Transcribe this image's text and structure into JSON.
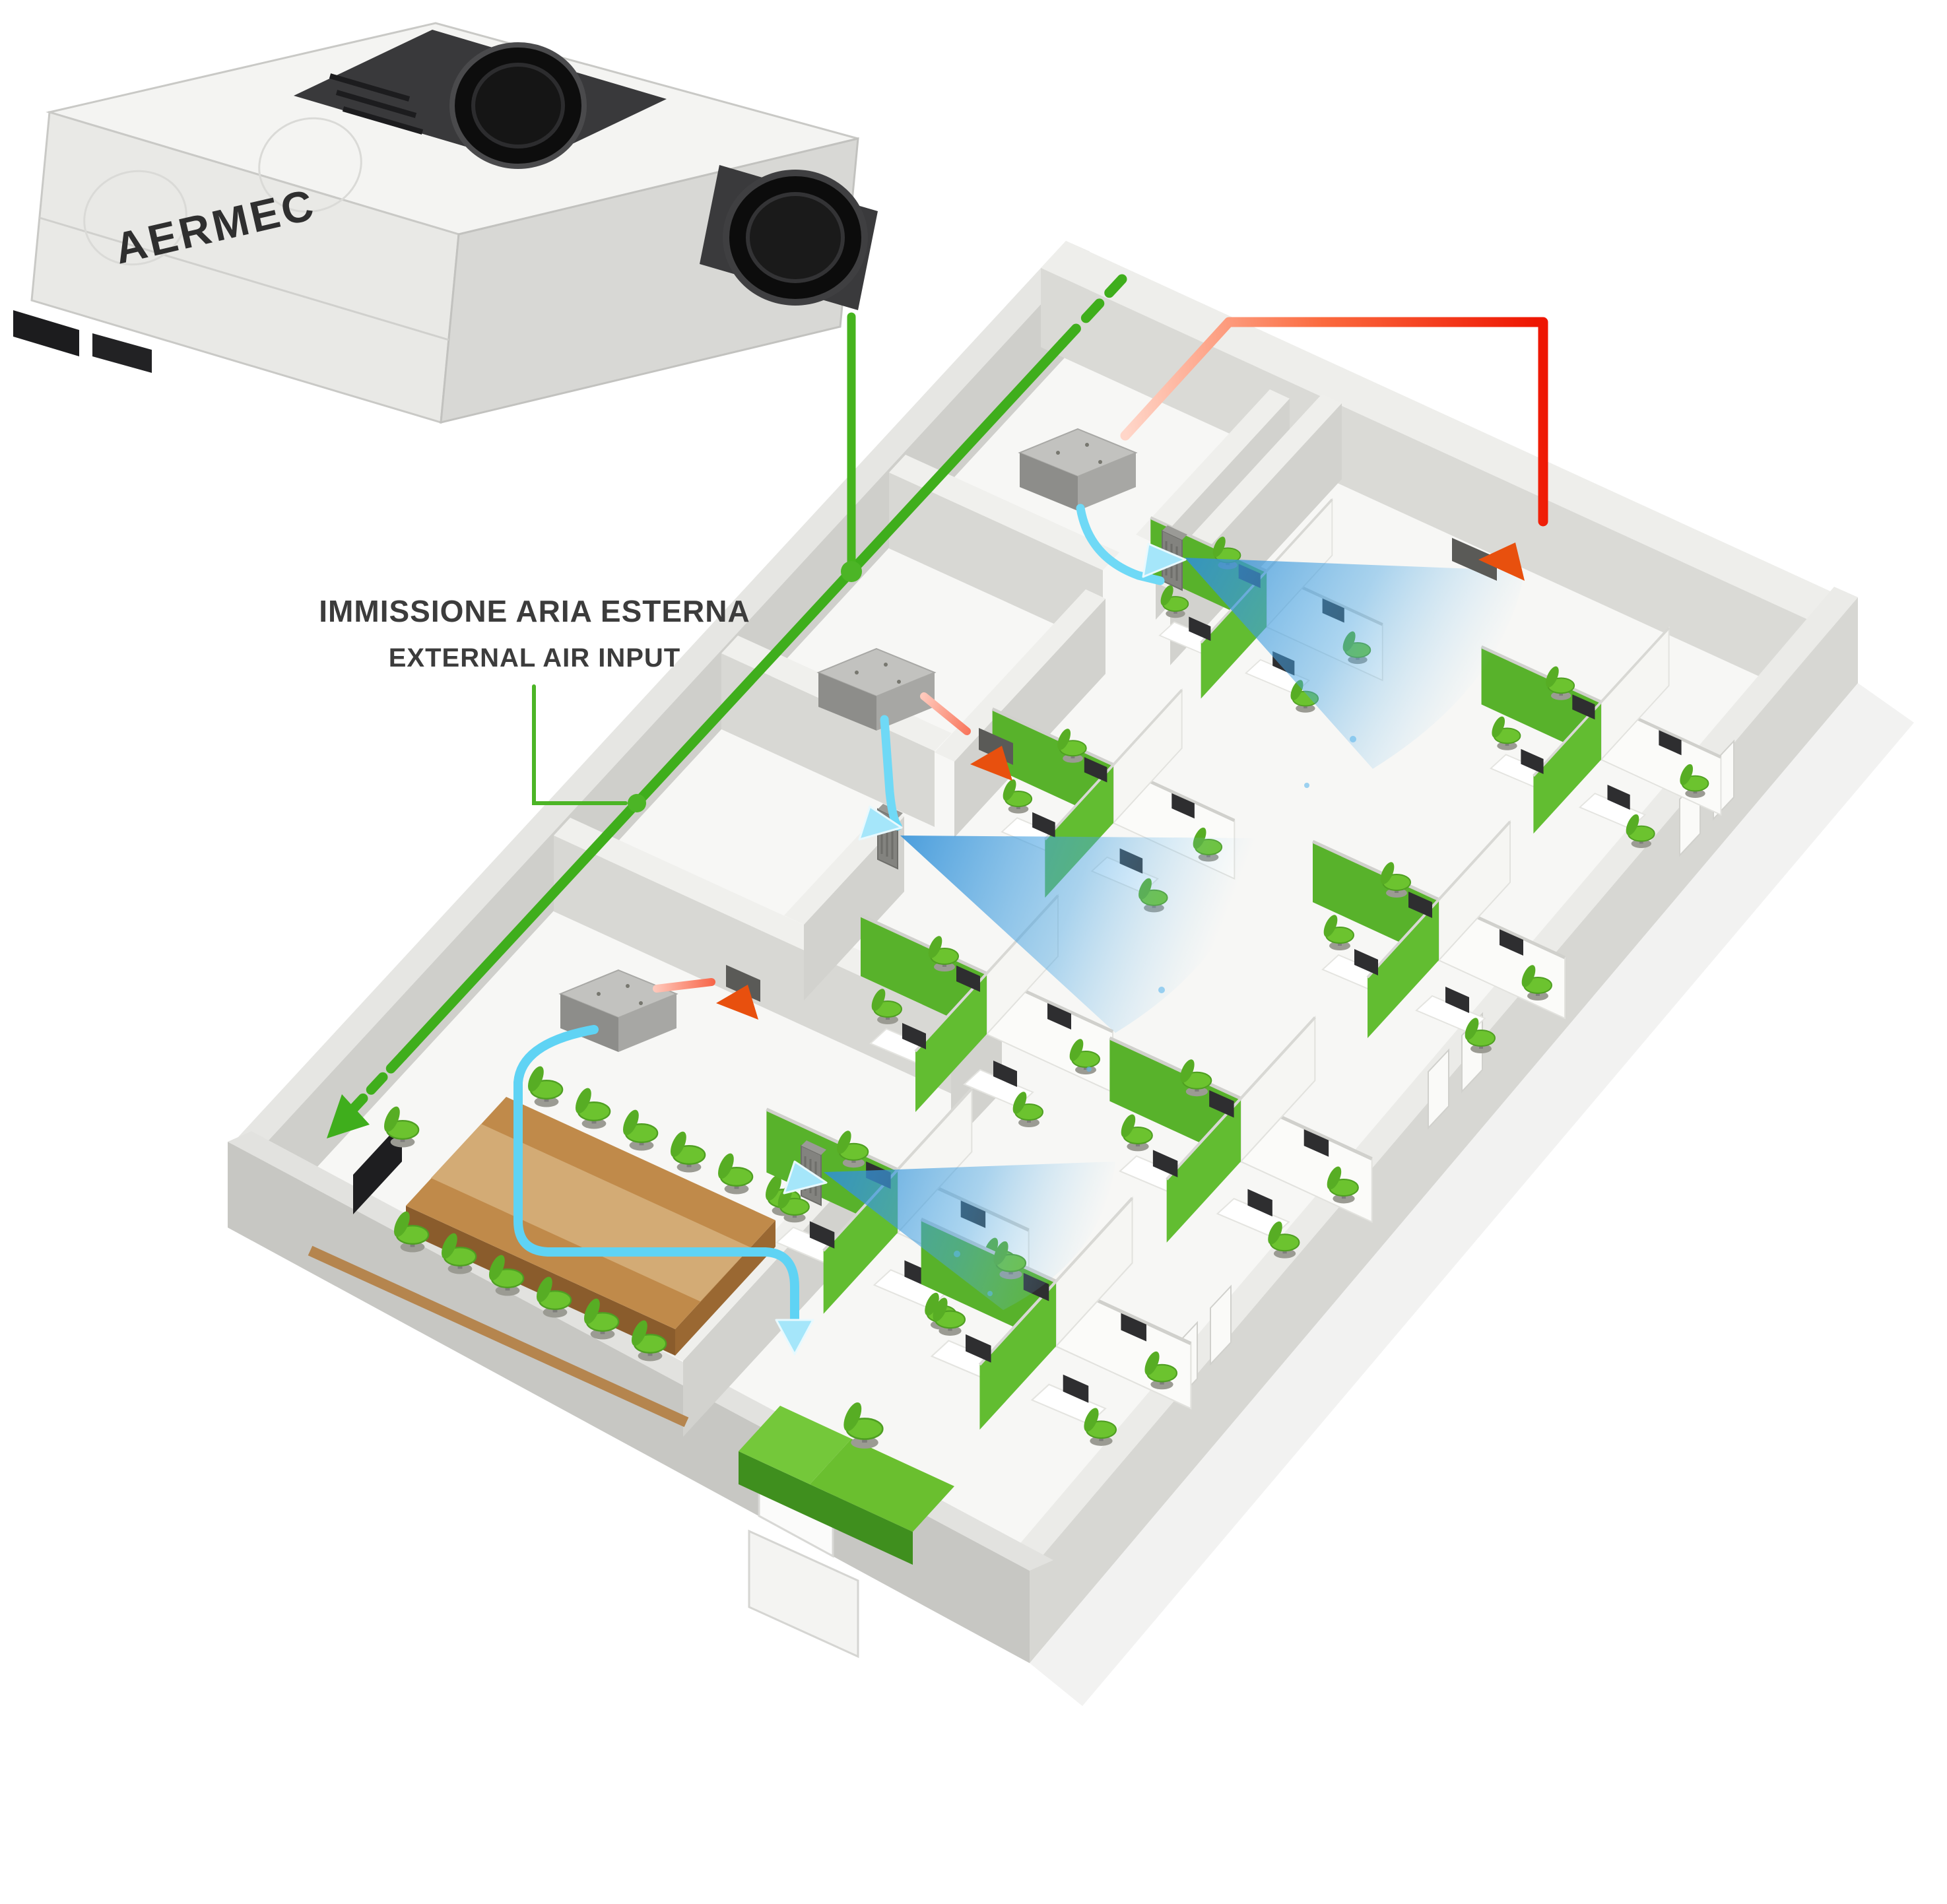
{
  "unit": {
    "brand": "AERMEC"
  },
  "labels": {
    "air_input_it": "IMMISSIONE ARIA ESTERNA",
    "air_input_en": "EXTERNAL AIR INPUT"
  },
  "legend": {
    "external_air_color": "#3fae1c",
    "exhaust_air_color": "#ee2406",
    "supply_air_color": "#5fd3f4",
    "diffusion_color": "#2f8fd8"
  },
  "flows": [
    {
      "name": "external-air-input",
      "color": "#3fae1c",
      "style": "solid-and-dashed"
    },
    {
      "name": "exhaust-air",
      "color": "#ee2406",
      "style": "gradient"
    },
    {
      "name": "supply-air",
      "color": "#5fd3f4",
      "style": "solid"
    }
  ]
}
